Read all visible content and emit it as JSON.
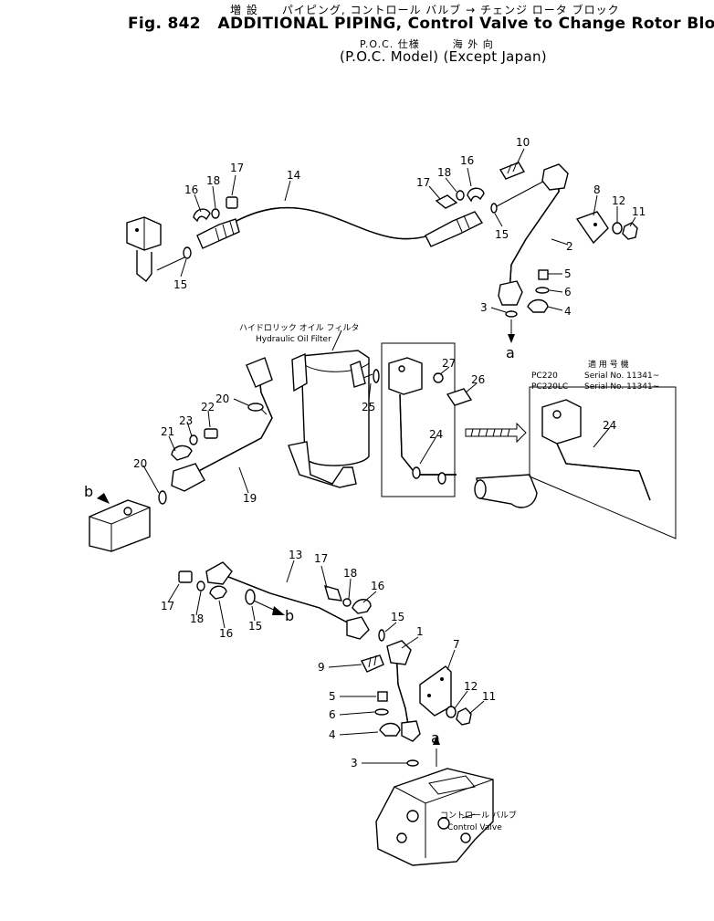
{
  "header": {
    "jp_line": "増 設　　パイピング, コントロール バルブ → チェンジ ロータ ブロック",
    "fig_label": "Fig. 842",
    "title": "ADDITIONAL PIPING, Control Valve to Change Rotor Block",
    "poc_jp": "P.O.C. 仕様　　　海 外 向",
    "subtitle": "(P.O.C. Model) (Except Japan)"
  },
  "callouts": {
    "hydraulic_filter_jp": "ハイドロリック オイル フィルタ",
    "hydraulic_filter": "Hydraulic Oil Filter",
    "control_valve_jp": "コントロール バルブ",
    "control_valve": "Control Valve"
  },
  "applicability": {
    "heading_jp": "適 用 号 機",
    "rows": [
      {
        "model": "PC220",
        "serial": "Serial No. 11341~"
      },
      {
        "model": "PC220LC",
        "serial": "Serial No. 11341~"
      }
    ]
  },
  "connectors": {
    "a": "a",
    "b": "b"
  },
  "part_labels": {
    "p1": "1",
    "p2": "2",
    "p3": "3",
    "p4": "4",
    "p5": "5",
    "p6": "6",
    "p7": "7",
    "p8": "8",
    "p9": "9",
    "p10": "10",
    "p11": "11",
    "p12": "12",
    "p13": "13",
    "p14": "14",
    "p15": "15",
    "p16": "16",
    "p17": "17",
    "p18": "18",
    "p19": "19",
    "p20": "20",
    "p21": "21",
    "p22": "22",
    "p23": "23",
    "p24": "24",
    "p25": "25",
    "p26": "26",
    "p27": "27"
  }
}
